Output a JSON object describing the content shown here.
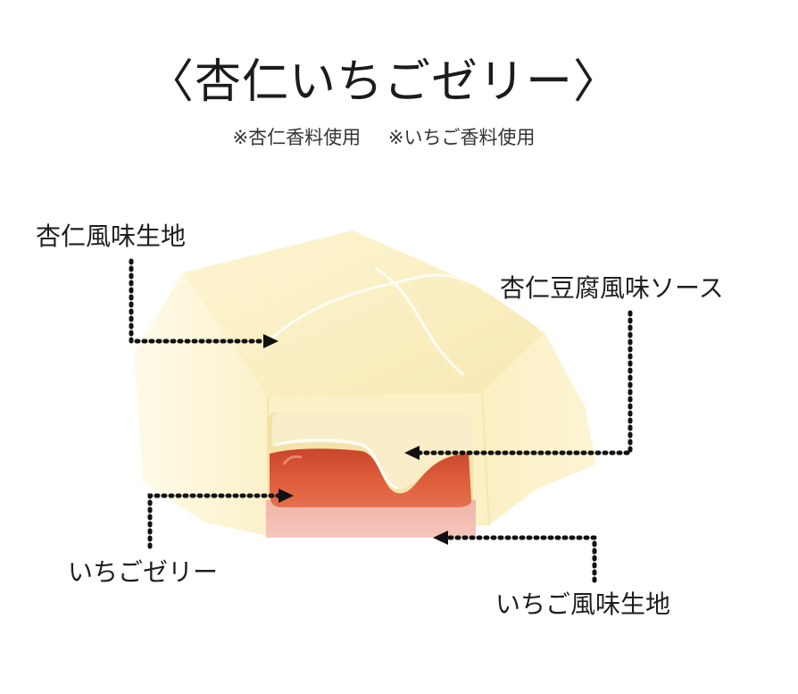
{
  "header": {
    "title": "〈杏仁いちごゼリー〉",
    "notes": [
      "※杏仁香料使用",
      "※いちご香料使用"
    ]
  },
  "diagram": {
    "subject": "cross-section of white chocolate candy piece",
    "labels": [
      {
        "id": "almond-dough",
        "text": "杏仁風味生地"
      },
      {
        "id": "almond-tofu-sauce",
        "text": "杏仁豆腐風味ソース"
      },
      {
        "id": "strawberry-jelly",
        "text": "いちごゼリー"
      },
      {
        "id": "strawberry-dough",
        "text": "いちご風味生地"
      }
    ],
    "colors": {
      "shell_top": "#fbf0c4",
      "shell_side": "#fdf6d8",
      "shell_front": "#faefc0",
      "sauce": "#f7ebc0",
      "jelly": "#d9553a",
      "strawberry_layer": "#efb0a4",
      "leader": "#111111"
    }
  }
}
